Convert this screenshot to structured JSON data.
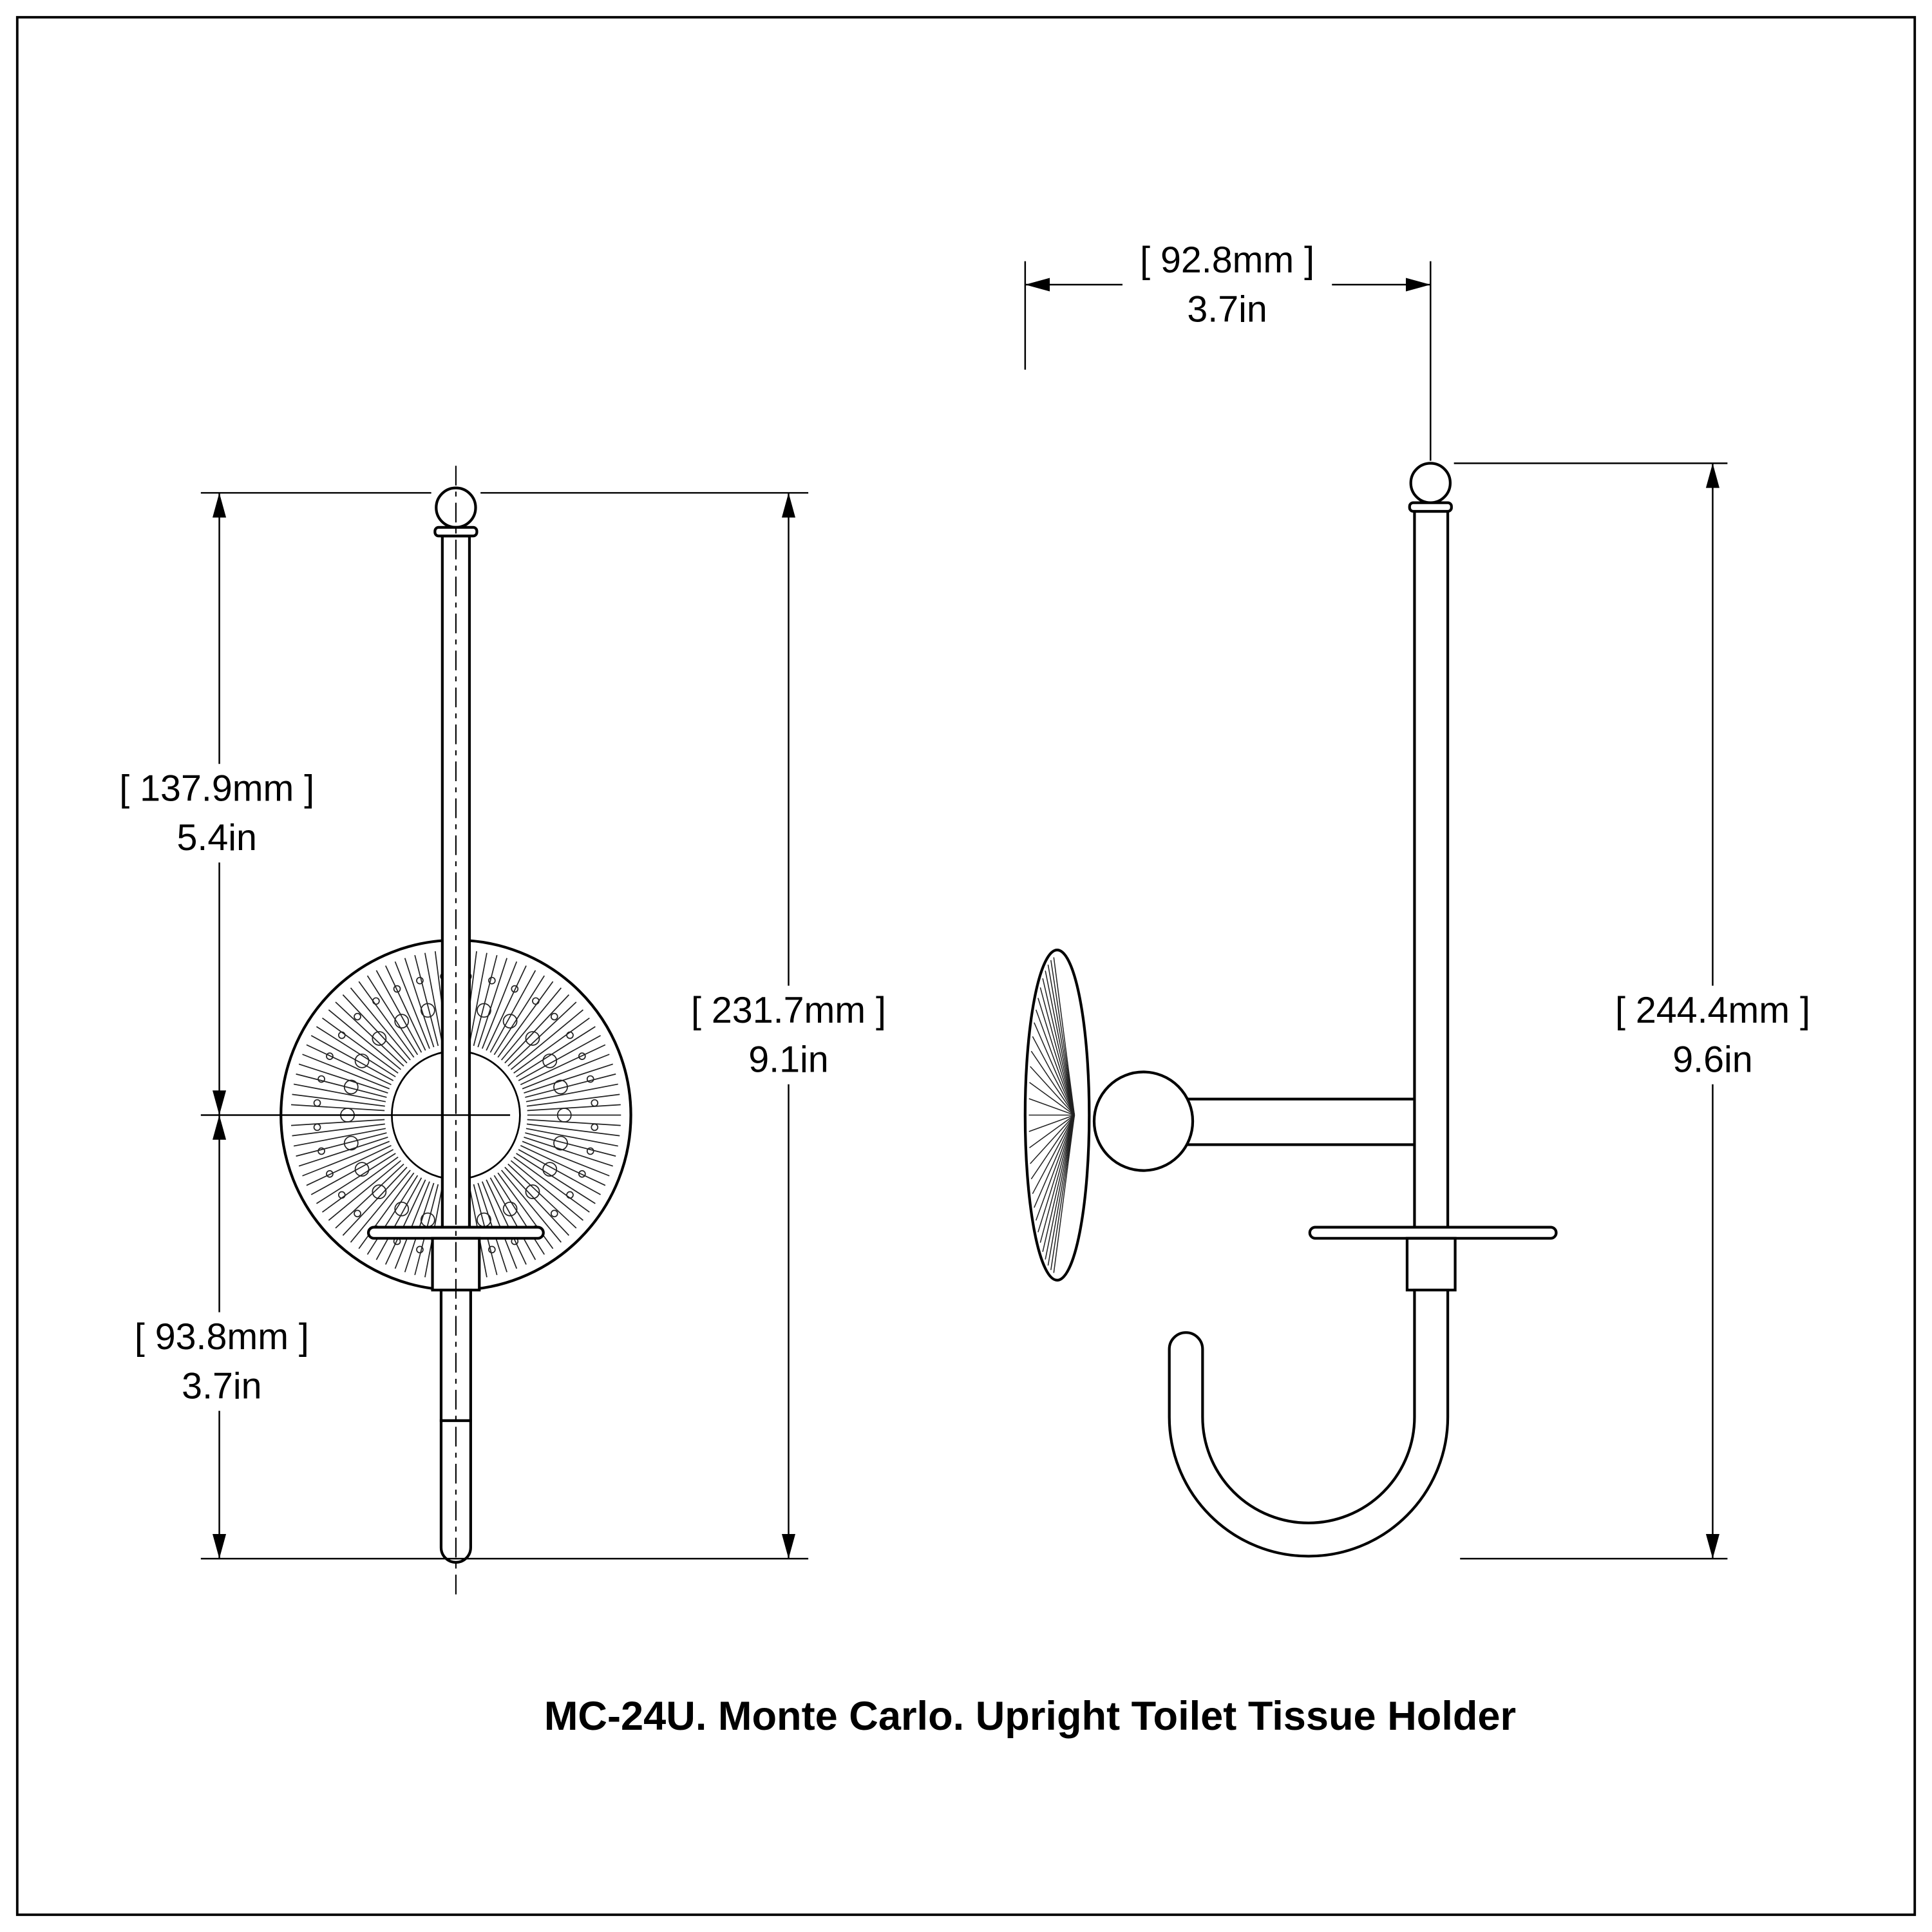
{
  "drawing": {
    "caption": "MC-24U. Monte Carlo. Upright Toilet Tissue Holder",
    "colors": {
      "line": "#000000",
      "background": "#ffffff"
    },
    "dimensions": {
      "front_upper": {
        "mm": "[ 137.9mm ]",
        "in": "5.4in"
      },
      "front_lower": {
        "mm": "[ 93.8mm ]",
        "in": "3.7in"
      },
      "front_total": {
        "mm": "[ 231.7mm ]",
        "in": "9.1in"
      },
      "side_width": {
        "mm": "[ 92.8mm ]",
        "in": "3.7in"
      },
      "side_total": {
        "mm": "[ 244.4mm ]",
        "in": "9.6in"
      }
    }
  }
}
